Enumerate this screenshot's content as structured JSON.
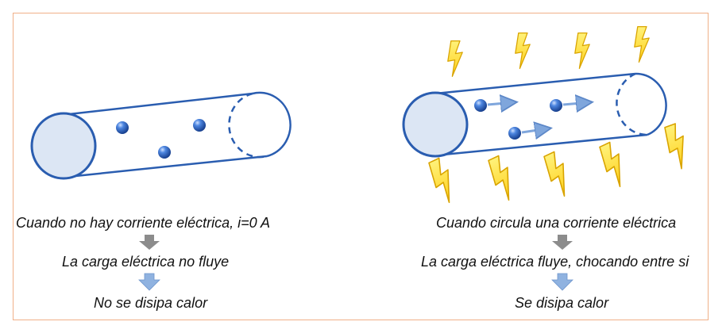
{
  "left": {
    "line1": "Cuando no hay corriente eléctrica, i=0 A",
    "line2": "La carga eléctrica no fluye",
    "line3": "No se disipa calor"
  },
  "right": {
    "line1": "Cuando circula una corriente eléctrica",
    "line2": "La carga eléctrica fluye, chocando entre si",
    "line3": "Se disipa calor"
  },
  "colors": {
    "frame_border": "#f0b088",
    "cylinder_stroke": "#2a5db0",
    "cylinder_end_fill": "#dce6f4",
    "charge": "#2a63c8",
    "arrow_gray": "#8c8c8c",
    "arrow_blue": "#8fb2e0",
    "lightning_fill": "#ffe135",
    "lightning_stroke": "#d9a400"
  },
  "icons": {
    "step_arrow_gray": "down-arrow-gray-icon",
    "step_arrow_blue": "down-arrow-blue-icon",
    "heat": "lightning-bolt-icon",
    "charge": "charge-sphere-icon"
  }
}
